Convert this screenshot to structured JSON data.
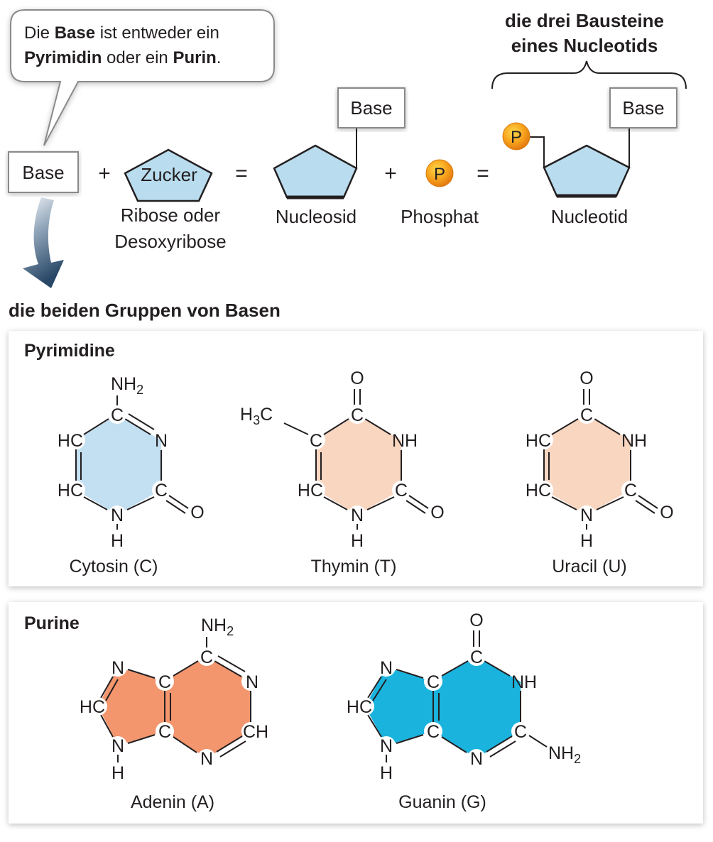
{
  "callout": {
    "line1_a": "Die ",
    "line1_b": "Base",
    "line1_c": " ist entweder ein",
    "line2_a": "Pyrimidin",
    "line2_b": " oder ein ",
    "line2_c": "Purin",
    "line2_d": "."
  },
  "bausteine_title": {
    "line1": "die drei Bausteine",
    "line2": "eines Nucleotids"
  },
  "equation": {
    "base": "Base",
    "plus": "+",
    "equals": "=",
    "zucker": "Zucker",
    "zucker_caption_1": "Ribose oder",
    "zucker_caption_2": "Desoxyribose",
    "nucleosid_base": "Base",
    "nucleosid_caption": "Nucleosid",
    "phosphat_symbol": "P",
    "phosphat_caption": "Phosphat",
    "nucleotid_base": "Base",
    "nucleotid_phosphat": "P",
    "nucleotid_caption": "Nucleotid"
  },
  "groups_title": "die beiden Gruppen von Basen",
  "pyrimidine": {
    "heading": "Pyrimidine",
    "cytosin": {
      "name": "Cytosin (C)",
      "nh2": "NH",
      "nh2_sub": "2",
      "c_top": "C",
      "n_right": "N",
      "hc_upper": "HC",
      "hc_lower": "HC",
      "c_right": "C",
      "o": "O",
      "n_bottom": "N",
      "h": "H"
    },
    "thymin": {
      "name": "Thymin (T)",
      "h3c_h": "H",
      "h3c_sub": "3",
      "h3c_c": "C",
      "o_top": "O",
      "c_top": "C",
      "c_left": "C",
      "nh": "NH",
      "hc": "HC",
      "c_right": "C",
      "o_right": "O",
      "n_bottom": "N",
      "h": "H"
    },
    "uracil": {
      "name": "Uracil (U)",
      "o_top": "O",
      "c_top": "C",
      "hc_upper": "HC",
      "nh": "NH",
      "hc_lower": "HC",
      "c_right": "C",
      "o_right": "O",
      "n_bottom": "N",
      "h": "H"
    }
  },
  "purine": {
    "heading": "Purine",
    "adenin": {
      "name": "Adenin (A)",
      "nh2": "NH",
      "nh2_sub": "2",
      "c_top": "C",
      "n_left": "N",
      "c_mid_top": "C",
      "n_right": "N",
      "hc": "HC",
      "c_mid_bottom": "C",
      "ch": "CH",
      "n_bottom_left": "N",
      "h": "H",
      "n_bottom": "N"
    },
    "guanin": {
      "name": "Guanin (G)",
      "o": "O",
      "c_top": "C",
      "n_left": "N",
      "c_mid_top": "C",
      "nh": "NH",
      "hc": "HC",
      "c_mid_bottom": "C",
      "c_right": "C",
      "nh2": "NH",
      "nh2_sub": "2",
      "n_bottom_left": "N",
      "h": "H",
      "n_bottom": "N"
    }
  },
  "colors": {
    "sugar_blue": "#b9dcee",
    "cytosin_fill": "#c2e0f1",
    "pyrimidine_peach": "#f9d6c0",
    "adenin_fill": "#f3956d",
    "guanin_fill": "#1ab3de",
    "phosphate_orange": "#f7a21c",
    "arrow_navy": "#294867"
  }
}
